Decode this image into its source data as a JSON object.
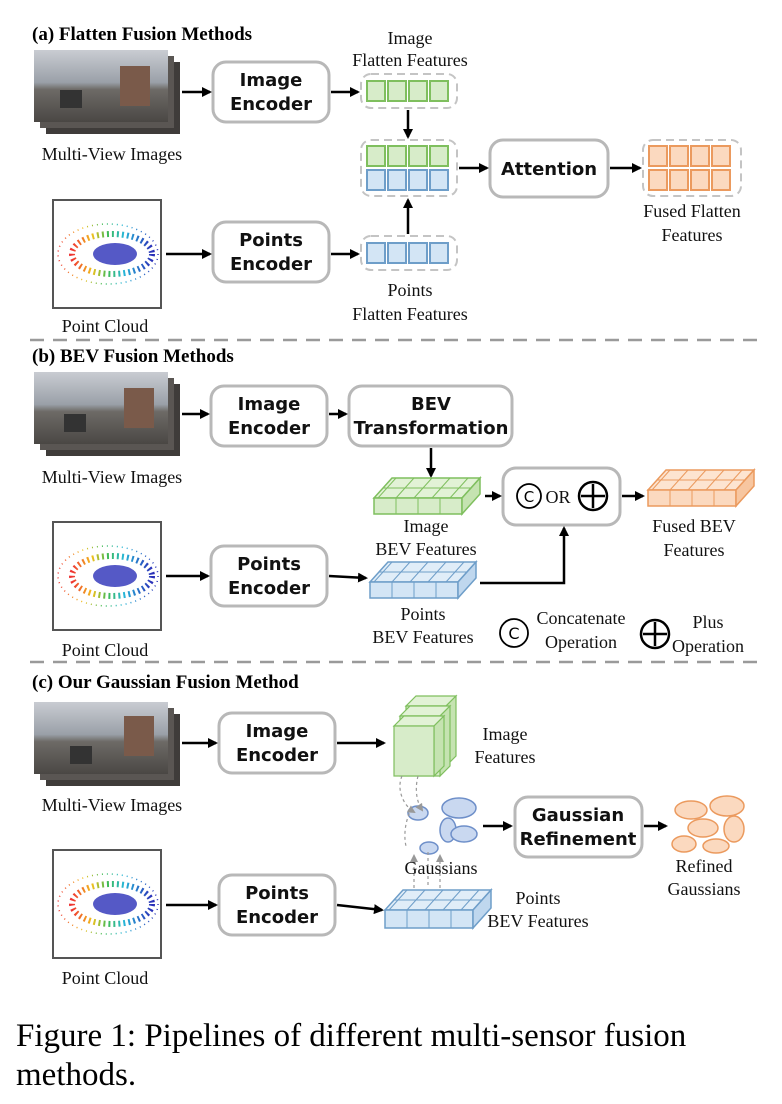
{
  "sections": {
    "flatten": {
      "title": "(a) Flatten Fusion Methods",
      "multiview_label": "Multi-View Images",
      "pointcloud_label": "Point Cloud",
      "image_encoder": [
        "Image",
        "Encoder"
      ],
      "points_encoder": [
        "Points",
        "Encoder"
      ],
      "image_flatten": [
        "Image",
        "Flatten Features"
      ],
      "points_flatten": [
        "Points",
        "Flatten Features"
      ],
      "attention": "Attention",
      "fused_flatten": [
        "Fused Flatten",
        "Features"
      ]
    },
    "bev": {
      "title": "(b) BEV Fusion Methods",
      "multiview_label": "Multi-View Images",
      "pointcloud_label": "Point Cloud",
      "image_encoder": [
        "Image",
        "Encoder"
      ],
      "points_encoder": [
        "Points",
        "Encoder"
      ],
      "bev_transformation": [
        "BEV",
        "Transformation"
      ],
      "image_bev": [
        "Image",
        "BEV Features"
      ],
      "points_bev": [
        "Points",
        "BEV Features"
      ],
      "or_text": "OR",
      "concat_symbol": "C",
      "fused_bev": [
        "Fused BEV",
        "Features"
      ],
      "concat_legend": [
        "Concatenate",
        "Operation"
      ],
      "plus_legend": [
        "Plus",
        "Operation"
      ]
    },
    "gaussian": {
      "title": "(c) Our Gaussian Fusion Method",
      "multiview_label": "Multi-View Images",
      "pointcloud_label": "Point Cloud",
      "image_encoder": [
        "Image",
        "Encoder"
      ],
      "points_encoder": [
        "Points",
        "Encoder"
      ],
      "image_features": [
        "Image",
        "Features"
      ],
      "gaussians": "Gaussians",
      "gaussian_refinement": [
        "Gaussian",
        "Refinement"
      ],
      "refined": [
        "Refined",
        "Gaussians"
      ],
      "points_bev": [
        "Points",
        "BEV Features"
      ]
    }
  },
  "caption": [
    "Figure 1: Pipelines of different multi-sensor fusion",
    "methods."
  ],
  "colors": {
    "image_feature": "#d7ecc9",
    "points_feature": "#d3e5f5",
    "fused_feature": "#fbd9bf",
    "box_border": "#b8b8b8"
  }
}
